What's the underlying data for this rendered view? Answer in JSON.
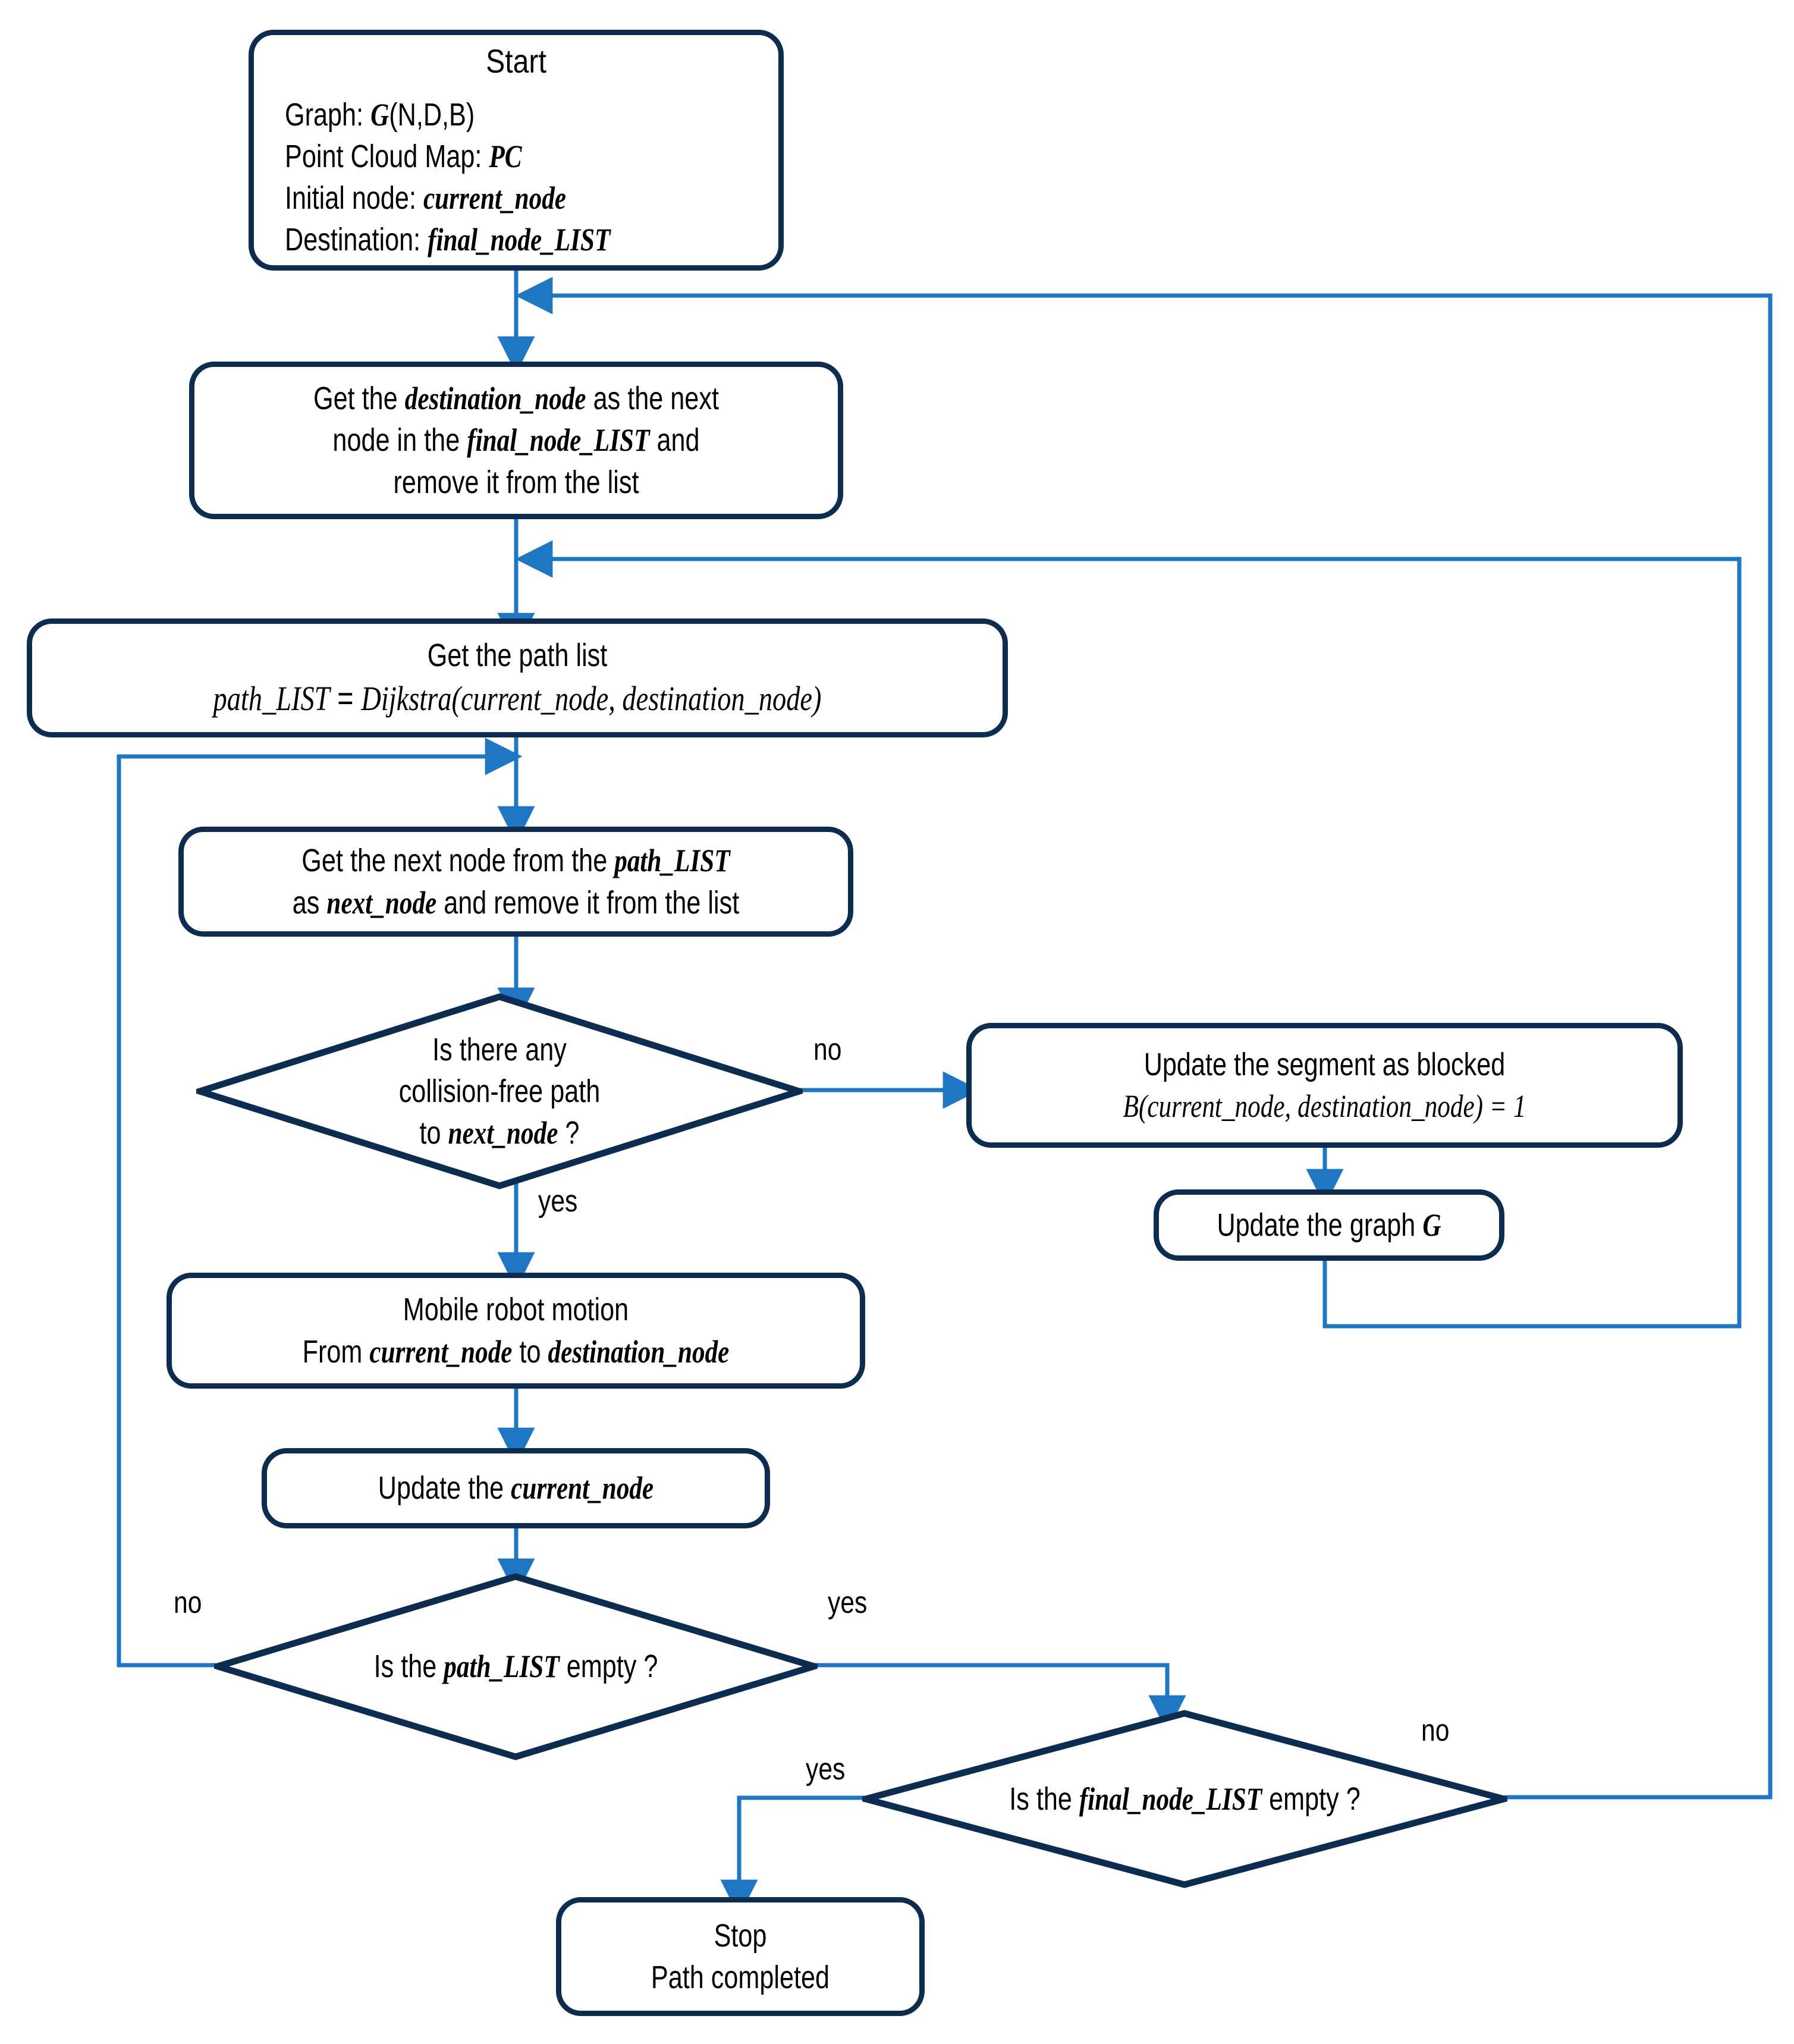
{
  "colors": {
    "box_stroke": "#0d2d50",
    "arrow": "#1f77c4",
    "background": "#ffffff",
    "text": "#000000"
  },
  "chart_data": {
    "type": "flowchart",
    "title": "Mobile robot path planning flowchart",
    "nodes": [
      {
        "id": "start",
        "shape": "rounded-rect-with-header",
        "label": "Start"
      },
      {
        "id": "get-dest",
        "shape": "rounded-rect",
        "label": "Get the destination_node as the next node in the final_node_LIST and remove it from the list"
      },
      {
        "id": "get-path",
        "shape": "rounded-rect",
        "label": "Get the path list path_LIST = Dijkstra(current_node, destination_node)"
      },
      {
        "id": "get-next",
        "shape": "rounded-rect",
        "label": "Get the next node from the path_LIST as next_node and remove it from the list"
      },
      {
        "id": "collision",
        "shape": "diamond",
        "label": "Is there any collision-free path to next_node ?"
      },
      {
        "id": "blocked",
        "shape": "rounded-rect",
        "label": "Update the segment as blocked B(current_node, destination_node) = 1"
      },
      {
        "id": "update-graph",
        "shape": "rounded-rect",
        "label": "Update the graph G"
      },
      {
        "id": "motion",
        "shape": "rounded-rect",
        "label": "Mobile robot motion From current_node to destination_node"
      },
      {
        "id": "update-cur",
        "shape": "rounded-rect",
        "label": "Update the current_node"
      },
      {
        "id": "path-empty",
        "shape": "diamond",
        "label": "Is the path_LIST empty ?"
      },
      {
        "id": "final-empty",
        "shape": "diamond",
        "label": "Is the final_node_LIST empty ?"
      },
      {
        "id": "stop",
        "shape": "rounded-rect",
        "label": "Stop Path completed"
      }
    ],
    "edges": [
      {
        "from": "start",
        "to": "get-dest",
        "label": ""
      },
      {
        "from": "get-dest",
        "to": "get-path",
        "label": ""
      },
      {
        "from": "get-path",
        "to": "get-next",
        "label": ""
      },
      {
        "from": "get-next",
        "to": "collision",
        "label": ""
      },
      {
        "from": "collision",
        "to": "blocked",
        "label": "no"
      },
      {
        "from": "collision",
        "to": "motion",
        "label": "yes"
      },
      {
        "from": "blocked",
        "to": "update-graph",
        "label": ""
      },
      {
        "from": "update-graph",
        "to": "get-path",
        "label": ""
      },
      {
        "from": "motion",
        "to": "update-cur",
        "label": ""
      },
      {
        "from": "update-cur",
        "to": "path-empty",
        "label": ""
      },
      {
        "from": "path-empty",
        "to": "get-next",
        "label": "no"
      },
      {
        "from": "path-empty",
        "to": "final-empty",
        "label": "yes"
      },
      {
        "from": "final-empty",
        "to": "stop",
        "label": "yes"
      },
      {
        "from": "final-empty",
        "to": "get-dest",
        "label": "no"
      }
    ]
  },
  "start": {
    "title": "Start",
    "line1_label": "Graph: ",
    "line1_var": "G",
    "line1_tail": "(N,D,B)",
    "line2_label": "Point Cloud Map: ",
    "line2_var": "PC",
    "line3_label": "Initial node: ",
    "line3_var": "current_node",
    "line4_label": "Destination: ",
    "line4_var": "final_node_LIST"
  },
  "get_dest": {
    "l1_a": "Get the ",
    "l1_v": "destination_node",
    "l1_b": " as the next",
    "l2_a": "node in the ",
    "l2_v": "final_node_LIST",
    "l2_b": " and",
    "l3": "remove it from the list"
  },
  "get_path": {
    "l1": "Get the path list",
    "l2_v1": "path_LIST",
    "l2_eq": " = ",
    "l2_v2": "Dijkstra",
    "l2_p1": "(",
    "l2_v3": "current_node",
    "l2_comma": ", ",
    "l2_v4": "destination_node",
    "l2_p2": ")"
  },
  "get_next": {
    "l1_a": "Get the next node from the ",
    "l1_v": "path_LIST",
    "l2_a": "as ",
    "l2_v": "next_node",
    "l2_b": " and remove it from the list"
  },
  "collision": {
    "l1": "Is there any",
    "l2": "collision-free path",
    "l3_a": "to ",
    "l3_v": "next_node",
    "l3_b": " ?"
  },
  "blocked": {
    "l1": "Update the segment as blocked",
    "l2_b": "B",
    "l2_p1": "(",
    "l2_v1": "current_node",
    "l2_comma": ", ",
    "l2_v2": "destination_node",
    "l2_p2": ")",
    "l2_eq": " = 1"
  },
  "update_graph": {
    "l1_a": "Update the graph ",
    "l1_v": "G"
  },
  "motion": {
    "l1": "Mobile robot motion",
    "l2_a": "From ",
    "l2_v1": "current_node",
    "l2_b": " to ",
    "l2_v2": "destination_node"
  },
  "update_cur": {
    "l1_a": "Update the ",
    "l1_v": "current_node"
  },
  "path_empty": {
    "l_a": "Is the ",
    "l_v": "path_LIST",
    "l_b": " empty ?"
  },
  "final_empty": {
    "l_a": "Is the ",
    "l_v": "final_node_LIST",
    "l_b": " empty ?"
  },
  "stop": {
    "l1": "Stop",
    "l2": "Path completed"
  },
  "edge_labels": {
    "collision_no": "no",
    "collision_yes": "yes",
    "path_empty_no": "no",
    "path_empty_yes": "yes",
    "final_empty_yes": "yes",
    "final_empty_no": "no"
  }
}
